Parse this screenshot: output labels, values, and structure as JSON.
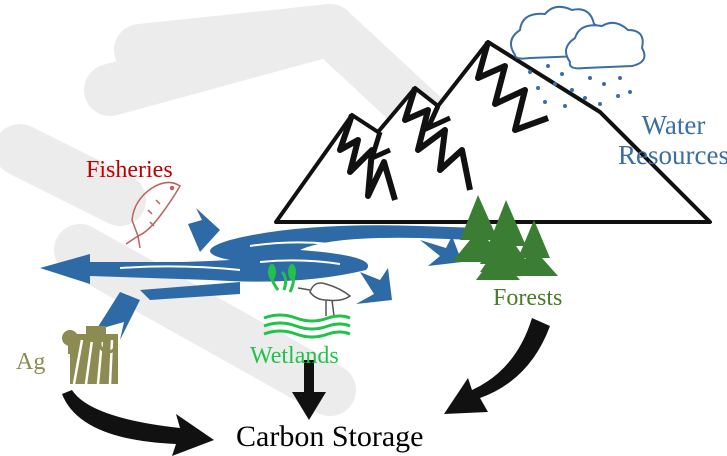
{
  "labels": {
    "water_line1": "Water",
    "water_line2": "Resources",
    "fisheries": "Fisheries",
    "forests": "Forests",
    "wetlands": "Wetlands",
    "ag": "Ag",
    "carbon_storage": "Carbon Storage"
  },
  "colors": {
    "water": "#2e6aa6",
    "fisheries": "#c00000",
    "forests": "#4a7b2a",
    "wetlands": "#22c24a",
    "ag": "#8b8b52",
    "arrow_dark": "#111111",
    "watermark": "#ececec"
  },
  "icons": [
    "cloud-rain-icon",
    "mountain-icon",
    "fish-icon",
    "pine-trees-icon",
    "bird-reeds-icon",
    "tractor-field-icon"
  ]
}
